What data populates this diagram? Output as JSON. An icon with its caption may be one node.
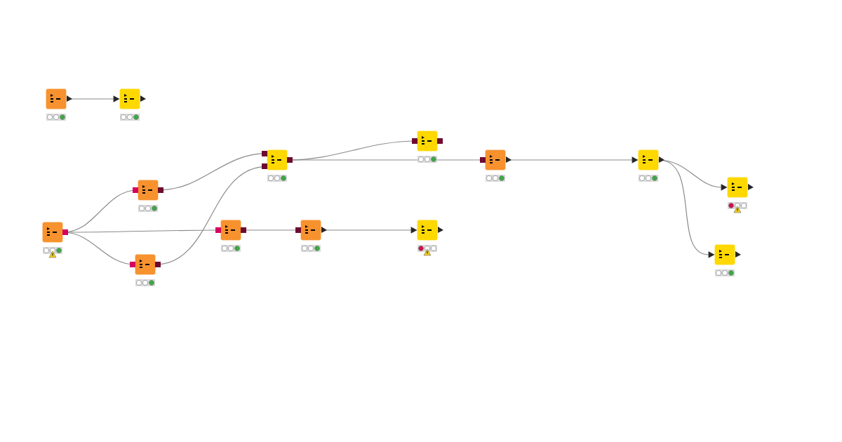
{
  "diagram": {
    "nodes": [
      {
        "text": [],
        "shape": "box"
      },
      {
        "text": [],
        "shape": "box"
      },
      {
        "text": [],
        "shape": "box"
      },
      {
        "text": [],
        "shape": "box"
      },
      {
        "text": [],
        "shape": "box"
      },
      {
        "text": [],
        "shape": "box"
      },
      {
        "text": [],
        "shape": "box"
      },
      {
        "text": [],
        "shape": "box"
      },
      {
        "text": [],
        "shape": "box"
      },
      {
        "text": [],
        "shape": "box"
      },
      {
        "text": [],
        "shape": "box"
      },
      {
        "text": [],
        "shape": "box"
      },
      {
        "text": [],
        "shape": "box"
      },
      {
        "text": [],
        "shape": "box"
      }
    ],
    "edges": [
      {
        "from": 0,
        "to": 1,
        "arrow": "to"
      },
      {
        "from": 2,
        "to": 3,
        "arrow": "none"
      },
      {
        "from": 2,
        "to": 5,
        "arrow": "none"
      },
      {
        "from": 2,
        "to": 4,
        "arrow": "none"
      },
      {
        "from": 3,
        "to": 6,
        "arrow": "none"
      },
      {
        "from": 4,
        "to": 6,
        "arrow": "none"
      },
      {
        "from": 5,
        "to": 7,
        "arrow": "none"
      },
      {
        "from": 7,
        "to": 9,
        "arrow": "to"
      },
      {
        "from": 6,
        "to": 8,
        "arrow": "none"
      },
      {
        "from": 6,
        "to": 10,
        "arrow": "none"
      },
      {
        "from": 10,
        "to": 11,
        "arrow": "to"
      },
      {
        "from": 11,
        "to": 12,
        "arrow": "to"
      },
      {
        "from": 11,
        "to": 13,
        "arrow": "to"
      }
    ]
  }
}
